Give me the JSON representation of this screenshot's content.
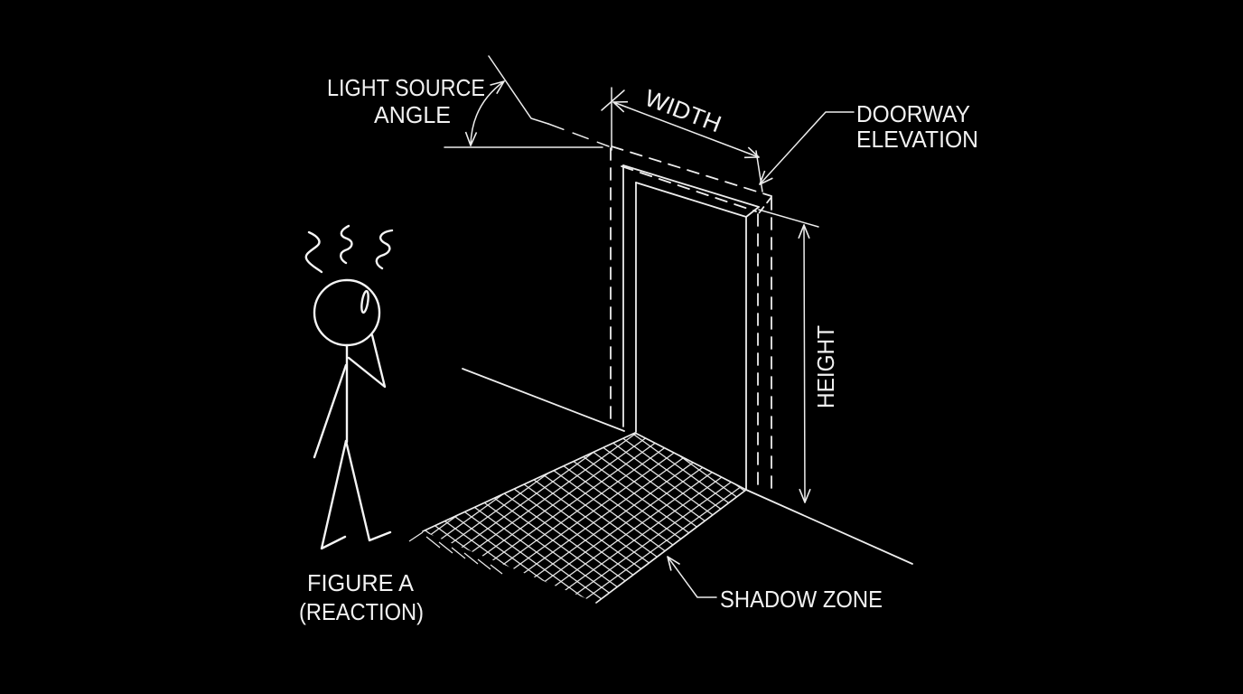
{
  "figure": {
    "type": "technical-diagram",
    "background": "#000000",
    "line_color": "#ededed",
    "text_color": "#f2f2f2",
    "annotations": {
      "light_source_angle": {
        "line1": "LIGHT SOURCE",
        "line2": "ANGLE"
      },
      "width_dimension": {
        "label": "WIDTH"
      },
      "doorway_elevation": {
        "line1": "DOORWAY",
        "line2": "ELEVATION"
      },
      "height_dimension": {
        "label": "HEIGHT"
      },
      "shadow_zone": {
        "label": "SHADOW ZONE"
      },
      "figure_caption": {
        "line1": "FIGURE A",
        "line2": "(REACTION)"
      }
    }
  }
}
